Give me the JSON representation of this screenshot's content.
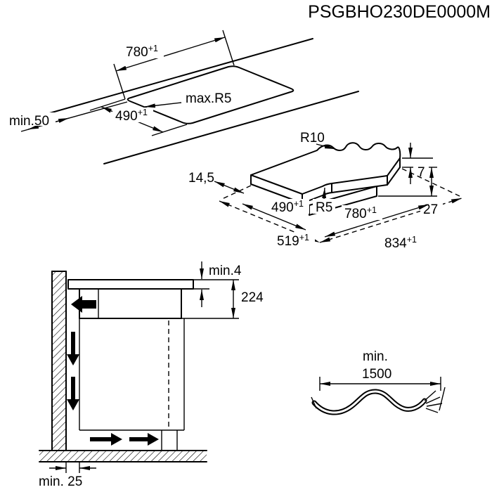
{
  "title": "PSGBHO230DE0000M",
  "worktop_cutout": {
    "width": "780",
    "width_tol": "+1",
    "depth": "490",
    "depth_tol": "+1",
    "corner_radius": "max.R5",
    "edge_clearance": "min.50"
  },
  "hob": {
    "glass_corner_radius": "R10",
    "glass_thickness": "7",
    "side_inset": "14,5",
    "chassis_depth": "490",
    "chassis_depth_tol": "+1",
    "chassis_corner_radius": "R5",
    "bottom_depth": "27",
    "chassis_width": "780",
    "chassis_width_tol": "+1",
    "glass_depth": "519",
    "glass_depth_tol": "+1",
    "glass_width": "834",
    "glass_width_tol": "+1"
  },
  "installation": {
    "top_clearance": "min.4",
    "build_in_height": "224",
    "rear_clearance": "min. 25"
  },
  "cable": {
    "label_min": "min.",
    "label_length": "1500"
  }
}
